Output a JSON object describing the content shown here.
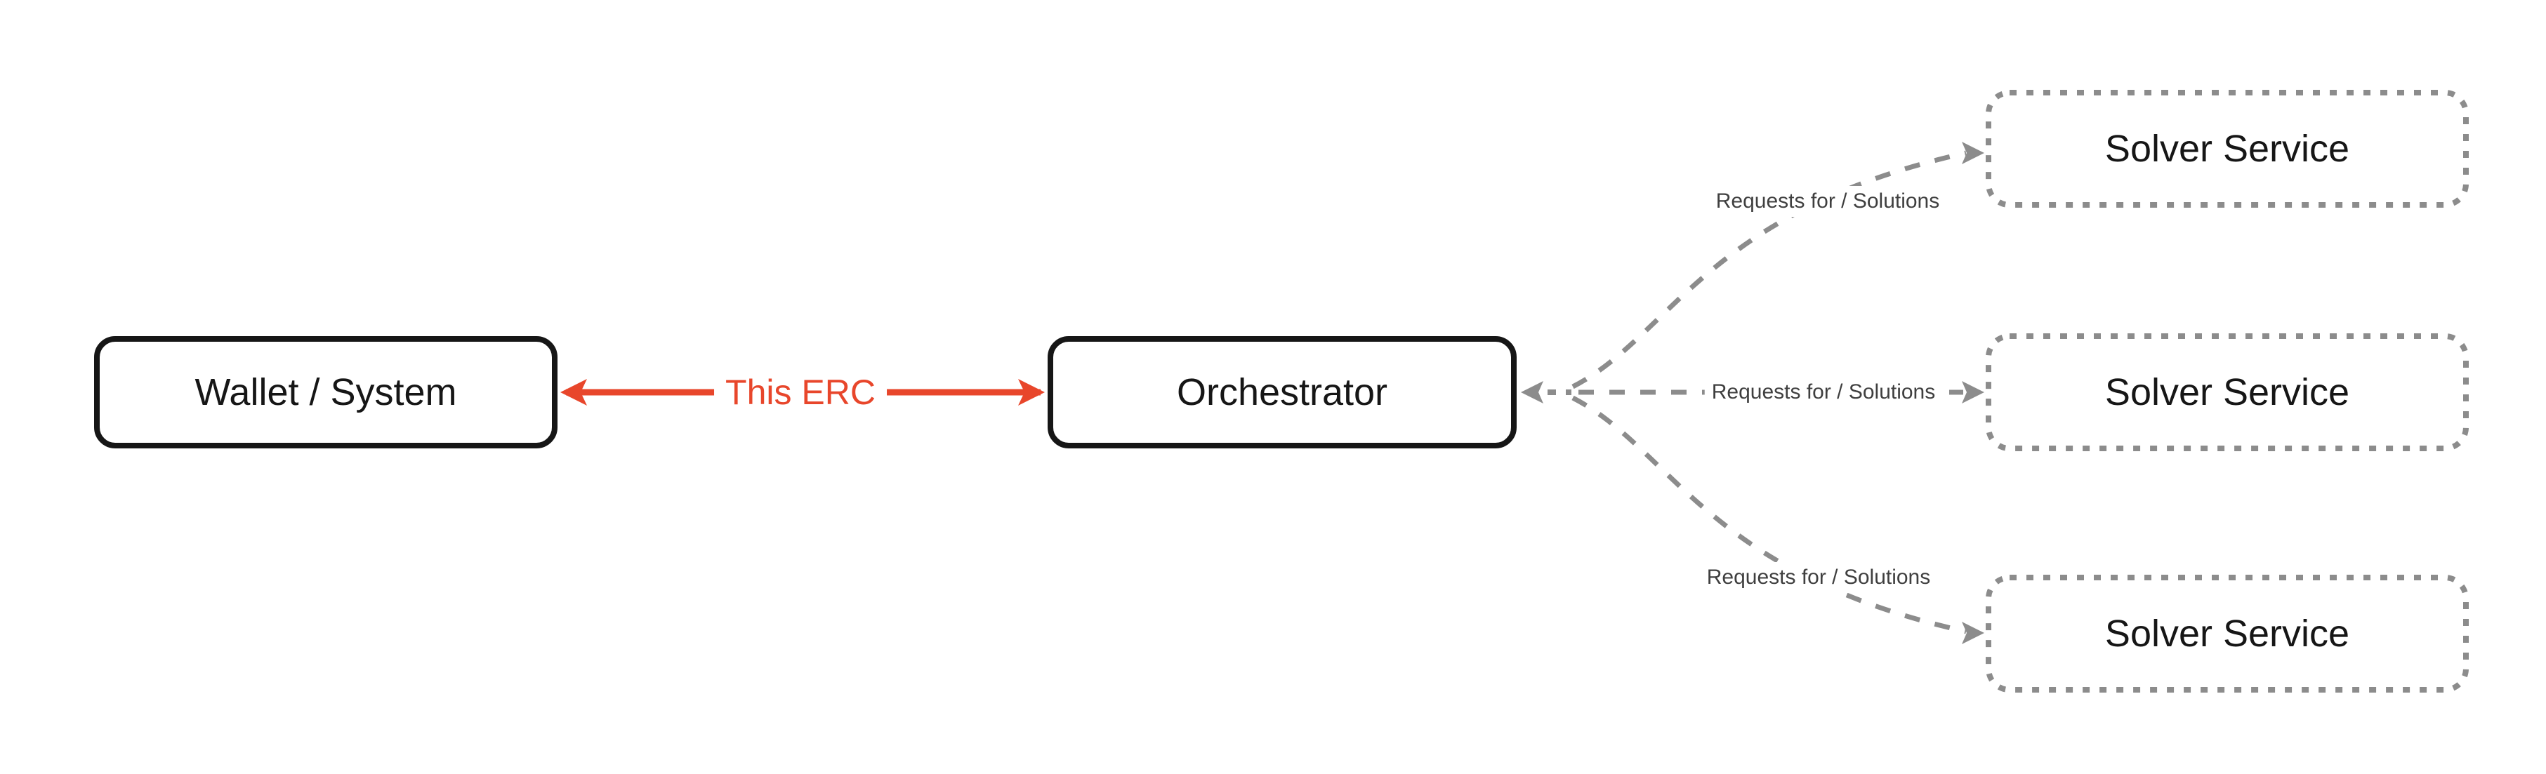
{
  "diagram": {
    "type": "flow-diagram",
    "colors": {
      "background": "#ffffff",
      "node_border_dark": "#161616",
      "node_fill": "#ffffff",
      "accent_red": "#e8462b",
      "connector_gray": "#8c8c8c",
      "edge_label_gray": "#3f3f3f"
    },
    "nodes": {
      "wallet": {
        "label": "Wallet / System"
      },
      "orchestrator": {
        "label": "Orchestrator"
      },
      "solvers": [
        {
          "label": "Solver Service"
        },
        {
          "label": "Solver Service"
        },
        {
          "label": "Solver Service"
        }
      ]
    },
    "edges": {
      "this_erc": {
        "label": "This ERC",
        "style": "solid-red-bidirectional"
      },
      "requests": [
        {
          "label": "Requests for / Solutions",
          "style": "dashed-gray"
        },
        {
          "label": "Requests for / Solutions",
          "style": "dashed-gray"
        },
        {
          "label": "Requests for / Solutions",
          "style": "dashed-gray"
        }
      ]
    }
  }
}
